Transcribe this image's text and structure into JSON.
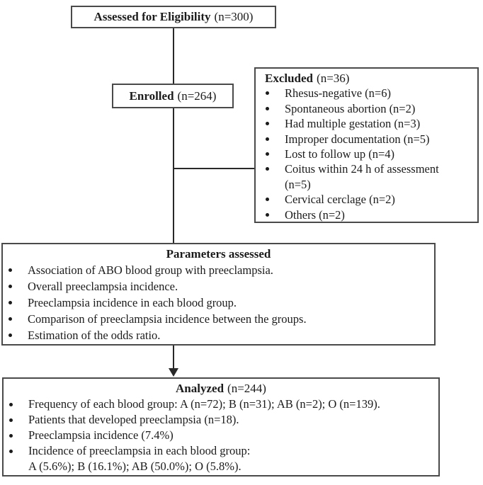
{
  "boxes": {
    "assessed": {
      "title": "Assessed for Eligibility",
      "count": "(n=300)"
    },
    "enrolled": {
      "title": "Enrolled",
      "count": "(n=264)"
    },
    "excluded": {
      "title": "Excluded",
      "count": "(n=36)",
      "items": [
        "Rhesus-negative (n=6)",
        "Spontaneous abortion (n=2)",
        "Had multiple gestation (n=3)",
        "Improper documentation (n=5)",
        "Lost to follow up (n=4)",
        "Coitus within 24 h of assessment\n(n=5)",
        "Cervical cerclage (n=2)",
        "Others (n=2)"
      ]
    },
    "parameters": {
      "title": "Parameters assessed",
      "items": [
        "Association of ABO blood group with preeclampsia.",
        "Overall preeclampsia incidence.",
        "Preeclampsia incidence in each blood group.",
        "Comparison of preeclampsia incidence between the groups.",
        "Estimation of the odds ratio."
      ]
    },
    "analyzed": {
      "title": "Analyzed",
      "count": "(n=244)",
      "items": [
        "Frequency of each blood group: A (n=72); B (n=31); AB (n=2); O (n=139).",
        "Patients that developed preeclampsia (n=18).",
        "Preeclampsia incidence (7.4%)",
        "Incidence of preeclampsia in each blood group:\nA (5.6%); B (16.1%); AB (50.0%); O (5.8%)."
      ]
    }
  },
  "colors": {
    "box_border": "#4a4a4a",
    "connector": "#282828",
    "text": "#1b1b1b",
    "background": "#ffffff"
  }
}
